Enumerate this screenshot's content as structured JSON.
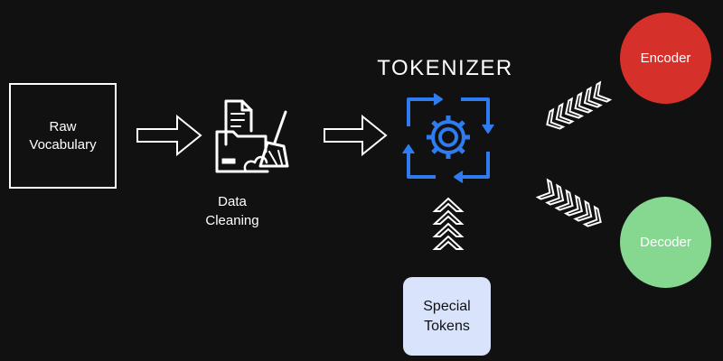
{
  "nodes": {
    "raw_vocabulary": {
      "line1": "Raw",
      "line2": "Vocabulary"
    },
    "data_cleaning": {
      "line1": "Data",
      "line2": "Cleaning"
    },
    "tokenizer": {
      "title": "TOKENIZER"
    },
    "special_tokens": {
      "line1": "Special",
      "line2": "Tokens"
    },
    "encoder": {
      "label": "Encoder"
    },
    "decoder": {
      "label": "Decoder"
    }
  },
  "colors": {
    "background": "#111111",
    "tokenizer_blue": "#2f7bf0",
    "encoder_red": "#d5312a",
    "decoder_green": "#86d891",
    "special_tokens_fill": "#d9e4fc"
  },
  "icons": {
    "data_cleaning": "folder-broom-icon",
    "tokenizer": "gear-cycle-icon"
  }
}
